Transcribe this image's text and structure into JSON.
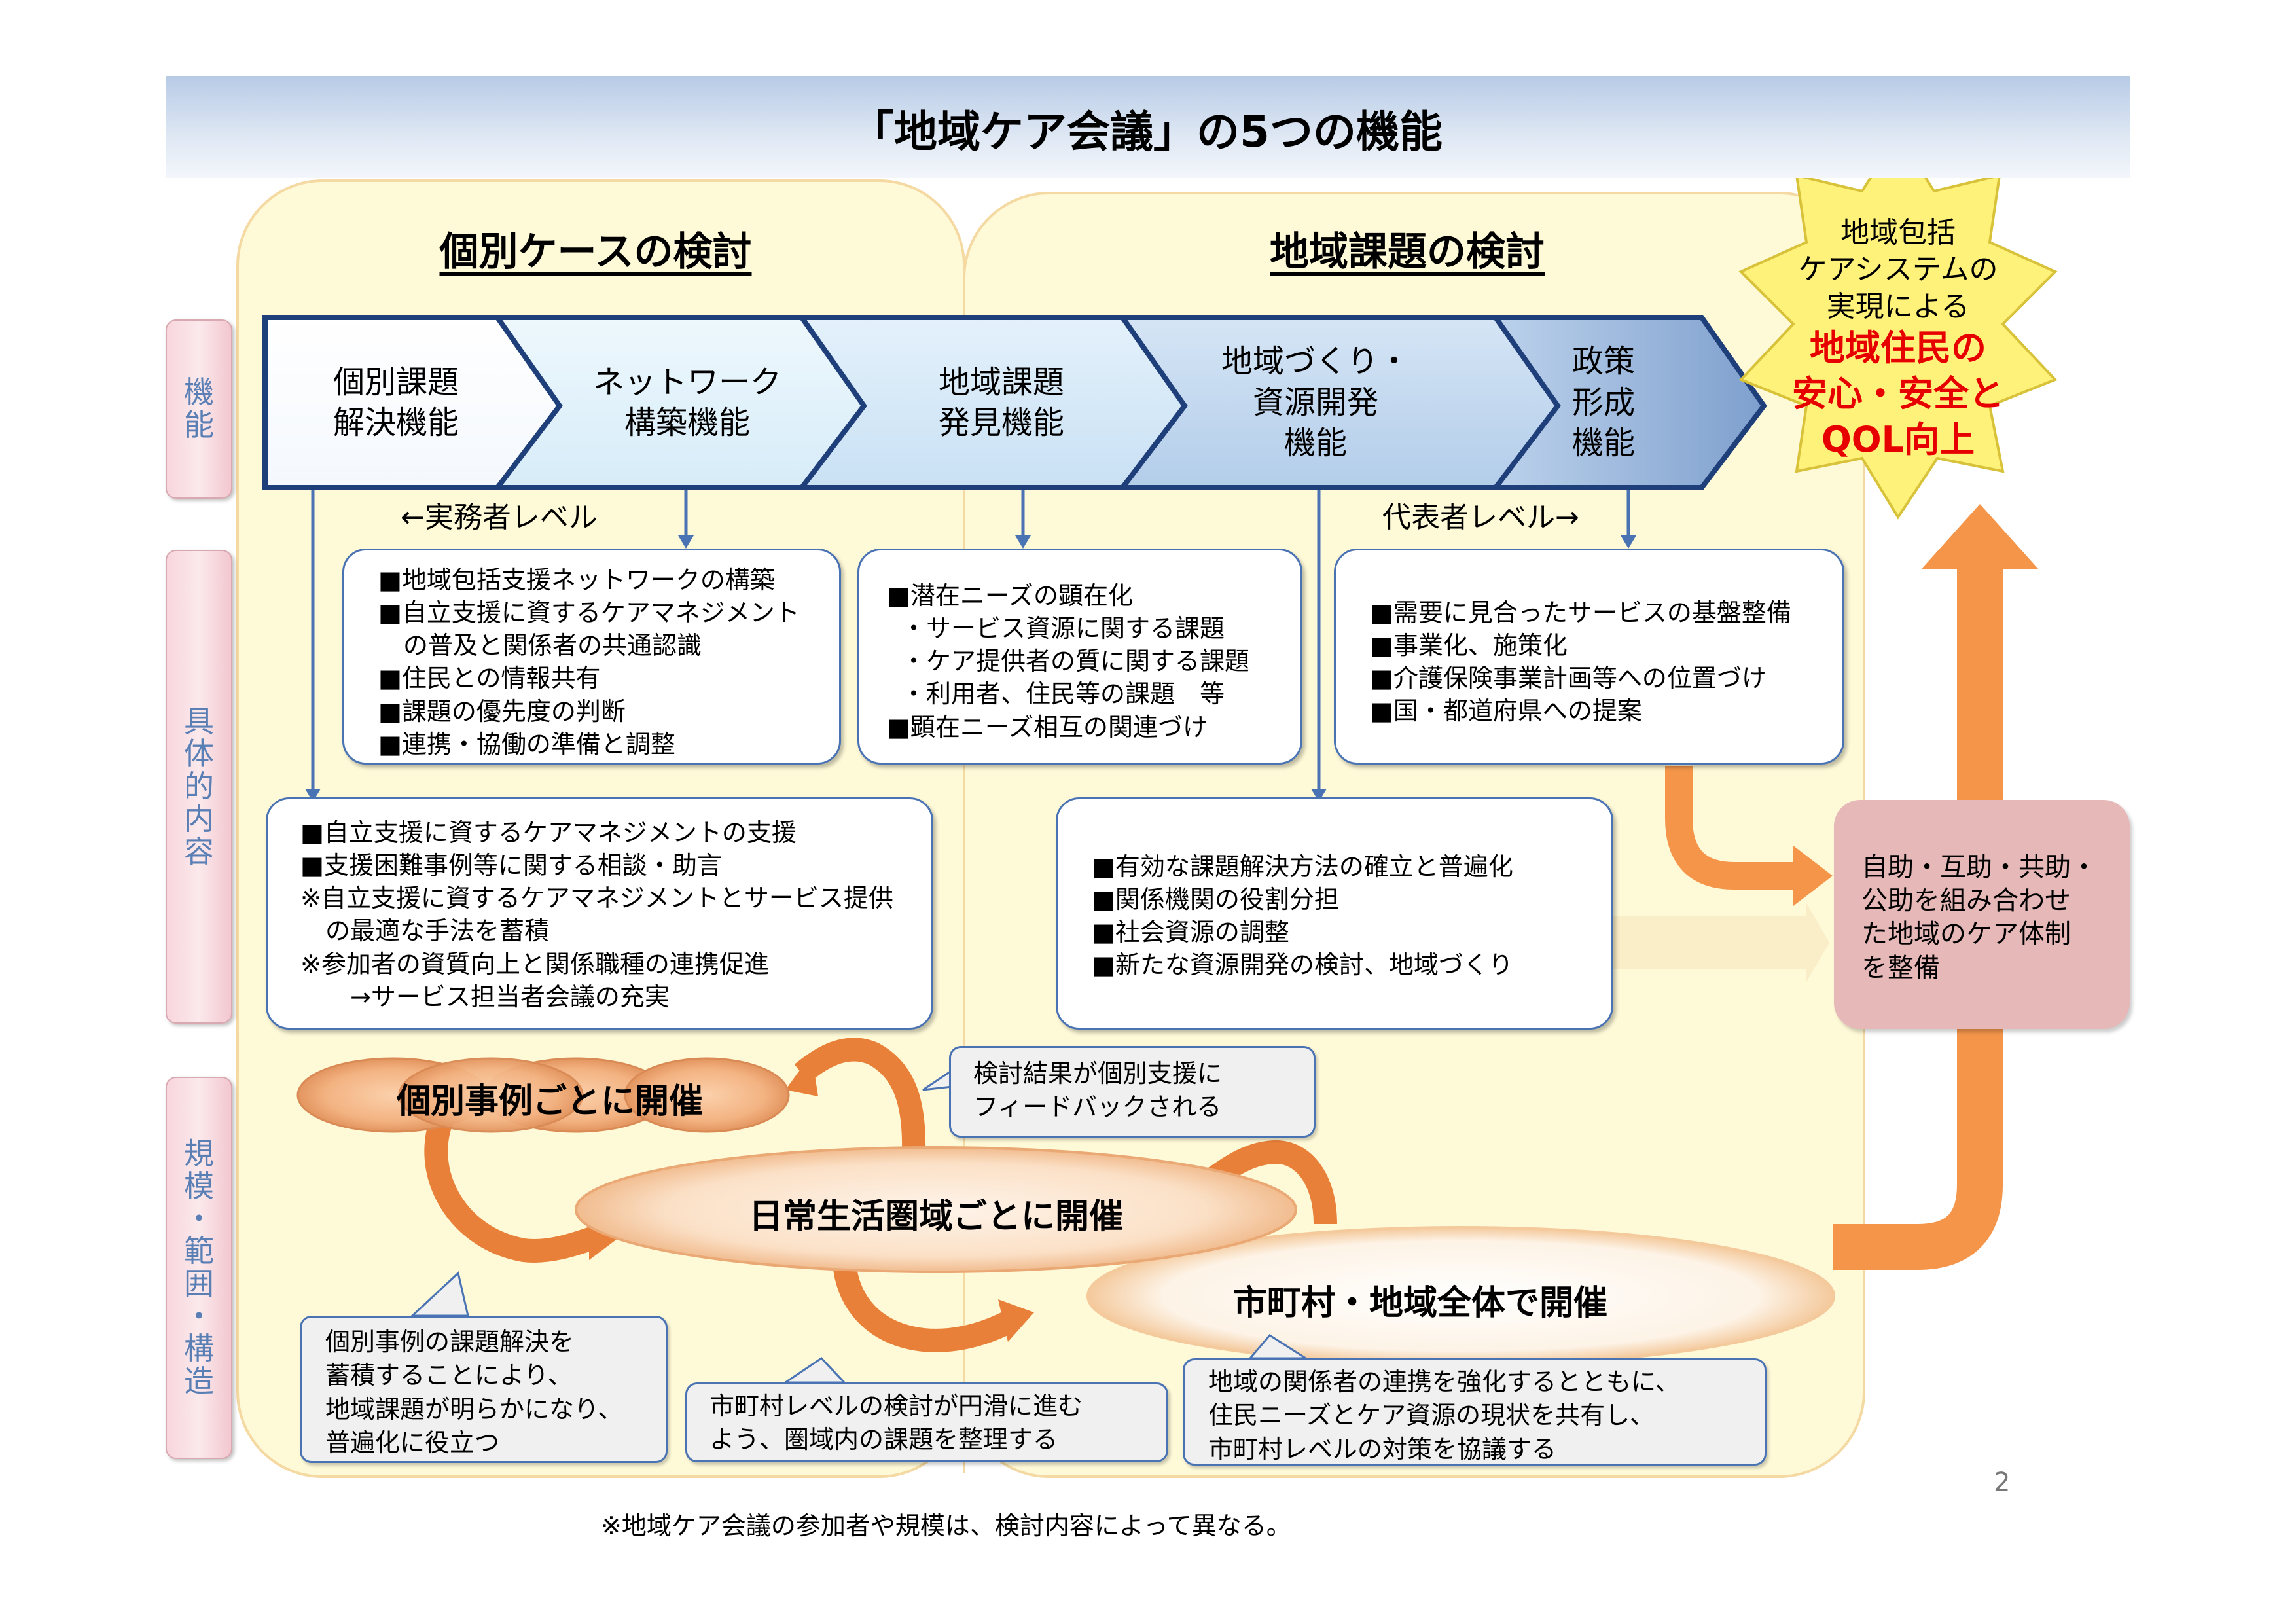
{
  "title": "「地域ケア会議」の5つの機能",
  "sections": {
    "individual": "個別ケースの検討",
    "regional": "地域課題の検討"
  },
  "side_tabs": {
    "function": [
      "機",
      "能"
    ],
    "content": [
      "具",
      "体",
      "的",
      "内",
      "容"
    ],
    "scale": [
      "規",
      "模",
      "・",
      "範",
      "囲",
      "・",
      "構",
      "造"
    ]
  },
  "functions": [
    [
      "個別課題",
      "解決機能"
    ],
    [
      "ネットワーク",
      "構築機能"
    ],
    [
      "地域課題",
      "発見機能"
    ],
    [
      "地域づくり・",
      "資源開発",
      "機能"
    ],
    [
      "政策",
      "形成",
      "機能"
    ]
  ],
  "levels": {
    "practitioner": "←実務者レベル",
    "representative": "代表者レベル→"
  },
  "goal_star": {
    "lines": [
      "地域包括",
      "ケアシステムの",
      "実現による"
    ],
    "highlight": [
      "地域住民の",
      "安心・安全と",
      "QOL向上"
    ]
  },
  "boxes": {
    "network": [
      "■地域包括支援ネットワークの構築",
      "■自立支援に資するケアマネジメント",
      "　の普及と関係者の共通認識",
      "■住民との情報共有",
      "■課題の優先度の判断",
      "■連携・協働の準備と調整"
    ],
    "discovery": [
      "■潜在ニーズの顕在化",
      "・サービス資源に関する課題",
      "・ケア提供者の質に関する課題",
      "・利用者、住民等の課題　等",
      "■顕在ニーズ相互の関連づけ"
    ],
    "policy": [
      "■需要に見合ったサービスの基盤整備",
      "■事業化、施策化",
      "■介護保険事業計画等への位置づけ",
      "■国・都道府県への提案"
    ],
    "individual": [
      "■自立支援に資するケアマネジメントの支援",
      "■支援困難事例等に関する相談・助言",
      "※自立支援に資するケアマネジメントとサービス提供",
      "　の最適な手法を蓄積",
      "※参加者の資質向上と関係職種の連携促進",
      "　　→サービス担当者会議の充実"
    ],
    "development": [
      "■有効な課題解決方法の確立と普遍化",
      "■関係機関の役割分担",
      "■社会資源の調整",
      "■新たな資源開発の検討、地域づくり"
    ]
  },
  "outcome": [
    "自助・互助・共助・",
    "公助を組み合わせ",
    "た地域のケア体制",
    "を整備"
  ],
  "ovals": {
    "individual": "個別事例ごとに開催",
    "daily_area": "日常生活圏域ごとに開催",
    "municipal": "市町村・地域全体で開催"
  },
  "callouts": {
    "feedback": [
      "検討結果が個別支援に",
      "フィードバックされる"
    ],
    "accumulate": [
      "個別事例の課題解決を",
      "蓄積することにより、",
      "地域課題が明らかになり、",
      "普遍化に役立つ"
    ],
    "organize": [
      "市町村レベルの検討が円滑に進む",
      "よう、圏域内の課題を整理する"
    ],
    "collaborate": [
      "地域の関係者の連携を強化するとともに、",
      "住民ニーズとケア資源の現状を共有し、",
      "市町村レベルの対策を協議する"
    ]
  },
  "footnote": "※地域ケア会議の参加者や規模は、検討内容によって異なる。",
  "page_number": "2",
  "colors": {
    "panel_fill": "#fef9d7",
    "panel_border": "#f5d9a2",
    "arrow_orange": "#f4954a",
    "box_border": "#4a73b4",
    "highlight_red": "#e60000",
    "outcome_fill": "#e6b8b8",
    "star_fill": "#fff27a"
  }
}
